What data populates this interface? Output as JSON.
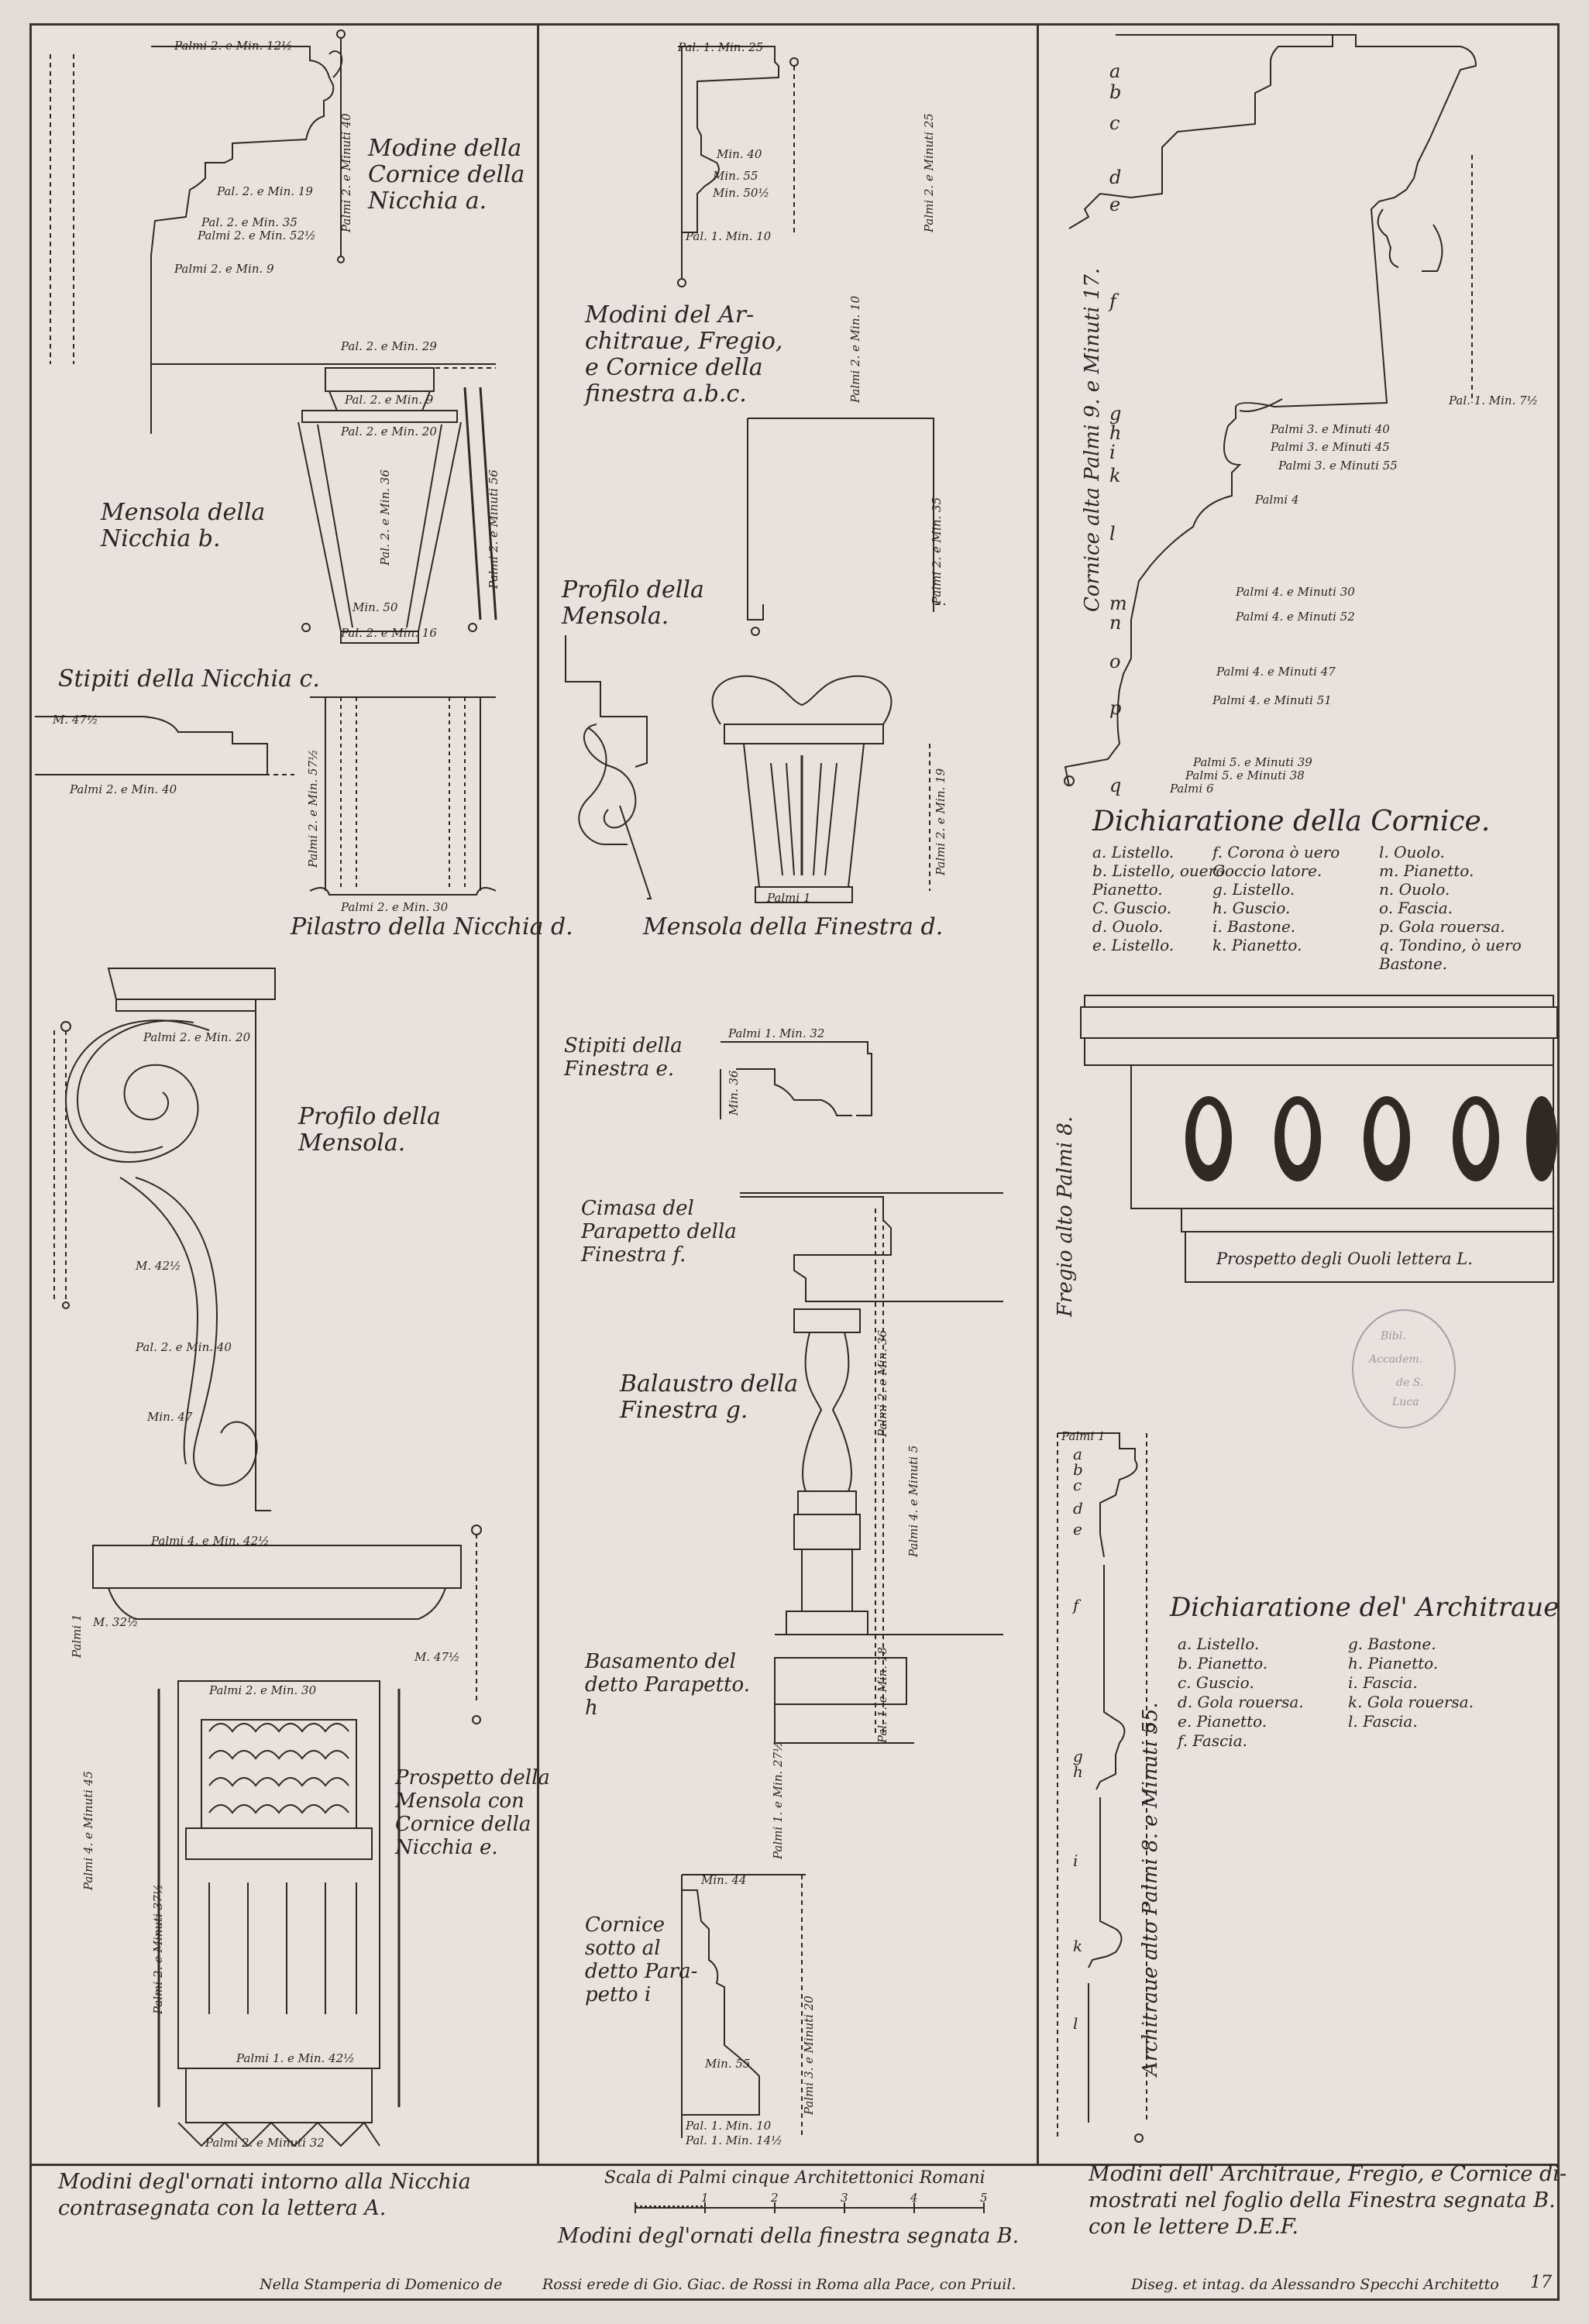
{
  "col1": {
    "modine_cornice": "Modine della\nCornice della\nNicchia a.",
    "mensola_nicchia": "Mensola della\nNicchia b.",
    "stipiti_nicchia": "Stipiti della Nicchia c.",
    "pilastro_nicchia": "Pilastro della Nicchia d.",
    "profilo_mensola": "Profilo della\nMensola.",
    "prospetto_mensola": "Prospetto della\nMensola con\nCornice della\nNicchia e.",
    "caption": "Modini degl'ornati intorno alla Nicchia\ncontrasegnata con la lettera A.",
    "dims": {
      "d1": "Palmi 2. e Min. 12½",
      "d2": "Palmi 2. e Minuti 40",
      "d3": "Pal. 2. e Min. 19",
      "d4": "Pal. 2. e Min. 35",
      "d5": "Palmi 2. e Min. 52½",
      "d6": "Palmi 2. e Min. 9",
      "d7": "Pal. 2. e Min. 29",
      "d8": "Pal. 2. e Min. 9",
      "d9": "Pal. 2. e Min. 20",
      "d10": "Palmi 2. e Minuti 56",
      "d11": "Pal. 2. e Min. 36",
      "d12": "Min. 50",
      "d13": "Pal. 2. e Min. 16",
      "d14": "Palmi 2. e Min. 40",
      "d15": "Palmi 2. e Min. 57½",
      "d16": "Palmi 2. e Min. 30",
      "d17": "Palmi 2. e Min. 20",
      "d18": "Pal. 2. e Min. 40",
      "d19": "Min. 47",
      "d20": "Palmi 4. e Min. 42½",
      "d21": "Palmi 2. e Min. 30",
      "d22": "Palmi 4. e Minuti 45",
      "d23": "Palmi 2. e Minuti 37½",
      "d24": "Palmi 1. e Min. 42½",
      "d25": "Palmi 2. e Minuti 32",
      "d26": "M. 47½",
      "d27": "M. 42½",
      "d28": "M. 32½",
      "d29": "M. 47½",
      "d30": "Palmi 1"
    }
  },
  "col2": {
    "modini_architraue": "Modini del Ar-\nchitraue, Fregio,\ne Cornice della\nfinestra a.b.c.",
    "profilo_mensola": "Profilo della\nMensola.",
    "mensola_finestra": "Mensola della Finestra d.",
    "stipiti_finestra": "Stipiti della\nFinestra e.",
    "cimasa": "Cimasa del\nParapetto della\nFinestra f.",
    "balaustro": "Balaustro della\nFinestra g.",
    "basamento": "Basamento del\ndetto Parapetto.\nh",
    "cornice_sotto": "Cornice\nsotto al\ndetto Para-\npetto i",
    "scale_title": "Scala di Palmi cinque Architettonici Romani",
    "scale_nums": [
      "1",
      "2",
      "3",
      "4",
      "5"
    ],
    "caption": "Modini degl'ornati della finestra segnata B.",
    "dims": {
      "d1": "Pal. 1. Min. 25",
      "d2": "Palmi 2. e Minuti 25",
      "d3": "Min. 40",
      "d4": "Min. 55",
      "d5": "Min. 50½",
      "d6": "Pal. 1. Min. 10",
      "d7": "Palmi 2. e Min. 10",
      "d8": "Palmi 2. e Min. 35",
      "d9": "Palmi 2. e Min. 19",
      "d10": "Palmi 1",
      "d11": "Palmi 1. Min. 32",
      "d12": "Min. 36",
      "d13": "Palmi 2. e Min. 36",
      "d14": "Palmi 4. e Minuti 5",
      "d15": "Pal. 1. e Min. 18",
      "d16": "Palmi 1. e Min. 27½",
      "d17": "Min. 44",
      "d18": "Palmi 3. e Minuti 20",
      "d19": "Min. 55",
      "d20": "Pal. 1. Min. 10",
      "d21": "Pal. 1. Min. 14½"
    }
  },
  "col3": {
    "cornice_alta": "Cornice alta Palmi 9. e Minuti 17.",
    "fregio_alto": "Fregio alto Palmi 8.",
    "architraue_alto": "Architraue alto Palmi 8. e Minuti 55.",
    "dich_cornice_title": "Dichiaratione della Cornice.",
    "dich_cornice_items": [
      "a. Listello.",
      "b. Listello, ouero",
      "Pianetto.",
      "C. Guscio.",
      "d. Ouolo.",
      "e. Listello.",
      "f. Corona ò uero",
      "Goccio latore.",
      "g. Listello.",
      "h. Guscio.",
      "i. Bastone.",
      "k. Pianetto.",
      "l. Ouolo.",
      "m. Pianetto.",
      "n. Ouolo.",
      "o. Fascia.",
      "p. Gola rouersa.",
      "q. Tondino, ò uero",
      "Bastone."
    ],
    "prospetto_ouoli": "Prospetto degli Ouoli lettera L.",
    "dich_arch_title": "Dichiaratione del' Architraue",
    "dich_arch_items": [
      "a. Listello.",
      "b. Pianetto.",
      "c. Guscio.",
      "d. Gola rouersa.",
      "e. Pianetto.",
      "f. Fascia.",
      "g. Bastone.",
      "h. Pianetto.",
      "i. Fascia.",
      "k. Gola rouersa.",
      "l. Fascia."
    ],
    "letters_cornice": [
      "a",
      "b",
      "c",
      "d",
      "e",
      "f",
      "g",
      "h",
      "i",
      "k",
      "l",
      "m",
      "n",
      "o",
      "p",
      "q"
    ],
    "letters_arch": [
      "a",
      "b",
      "c",
      "d",
      "e",
      "f",
      "g",
      "h",
      "i",
      "k",
      "l"
    ],
    "caption": "Modini dell' Architraue, Fregio, e Cornice di-\nmostrati nel foglio della Finestra segnata B.\ncon le lettere D.E.F.",
    "dims": {
      "d1": "Palmi 5. e Minuti 39",
      "d2": "Palmi 5. e Minuti 38",
      "d3": "Palmi 6",
      "d4": "Palmi 3. e Minuti 40",
      "d5": "Palmi 3. e Minuti 45",
      "d6": "Palmi 3. e Minuti 55",
      "d7": "Palmi 4",
      "d8": "Palmi 4. e Minuti 30",
      "d9": "Palmi 4. e Minuti 52",
      "d10": "Palmi 4. e Minuti 47",
      "d11": "Palmi 4. e Minuti 51",
      "d12": "Pal. 1. Min. 7½",
      "d13": "Palmi 1"
    }
  },
  "imprint": {
    "left": "Nella Stamperia di Domenico de",
    "middle": "Rossi erede di Gio. Giac. de Rossi in Roma alla Pace, con Priuil.",
    "right": "Diseg. et intag. da Alessandro Specchi Architetto",
    "plate": "17"
  },
  "stamp": {
    "line1": "Bibl.",
    "line2": "Accadem.",
    "line3": "de S.",
    "line4": "Luca"
  }
}
